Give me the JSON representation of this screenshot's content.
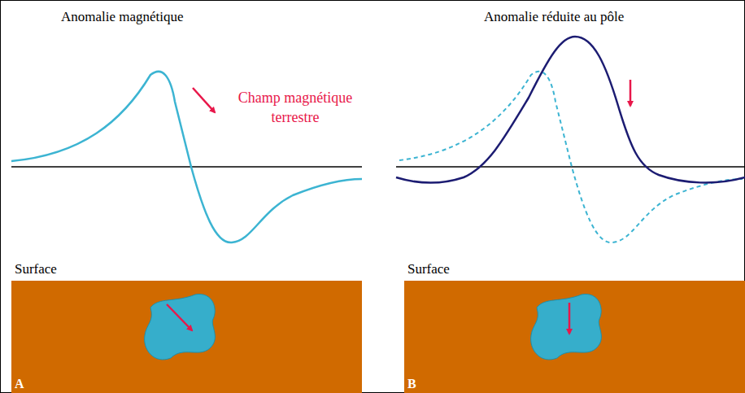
{
  "diagram": {
    "nodes": [
      {
        "text": [
          "Surface",
          "A"
        ]
      },
      {
        "text": [
          "Surface",
          "B"
        ]
      }
    ],
    "labels": [
      "Anomalie magnétique",
      "Champ magnétique terrestre",
      "Anomalie réduite au pôle"
    ]
  }
}
